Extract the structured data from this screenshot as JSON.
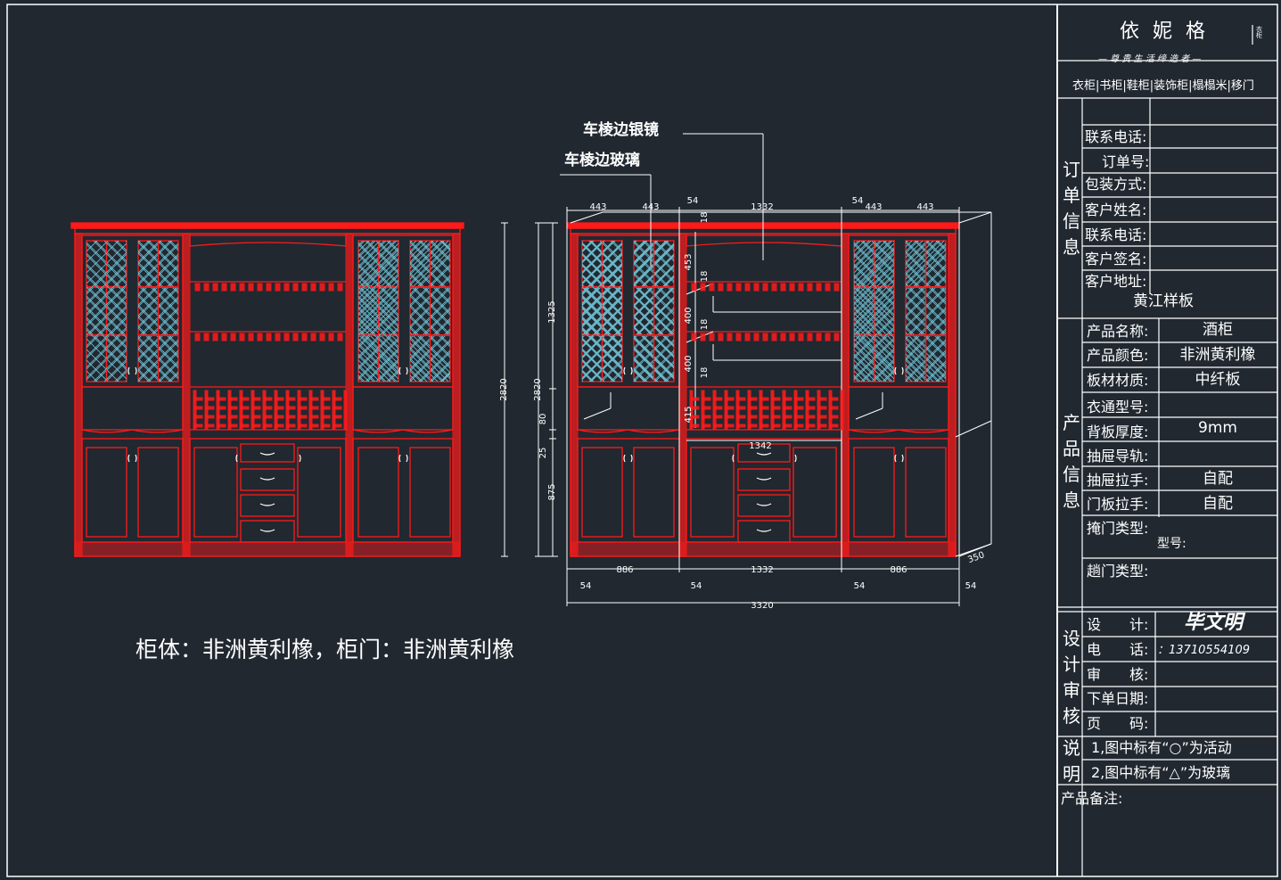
{
  "title_block": {
    "brand": "依 妮 格",
    "brand_side": "衣柜",
    "slogan": "— 尊 贵 生 活 缔 造 者 —",
    "products": "衣柜|书柜|鞋柜|装饰柜|榻榻米|移门",
    "order_section": "订单信息",
    "order_fields": [
      {
        "label": "联系电话:",
        "value": ""
      },
      {
        "label": "订单号:",
        "value": ""
      },
      {
        "label": "包装方式:",
        "value": ""
      },
      {
        "label": "客户姓名:",
        "value": ""
      },
      {
        "label": "联系电话:",
        "value": ""
      },
      {
        "label": "客户签名:",
        "value": ""
      },
      {
        "label": "客户地址:",
        "value": "黄江样板"
      }
    ],
    "product_section": "产品信息",
    "product_fields": [
      {
        "label": "产品名称:",
        "value": "酒柜"
      },
      {
        "label": "产品颜色:",
        "value": "非洲黄利橡"
      },
      {
        "label": "板材材质:",
        "value": "中纤板"
      },
      {
        "label": "衣通型号:",
        "value": ""
      },
      {
        "label": "背板厚度:",
        "value": "9mm"
      },
      {
        "label": "抽屉导轨:",
        "value": ""
      },
      {
        "label": "抽屉拉手:",
        "value": "自配"
      },
      {
        "label": "门板拉手:",
        "value": "自配"
      },
      {
        "label": "掩门类型:",
        "value": ""
      },
      {
        "label": "型号:",
        "value": ""
      },
      {
        "label": "趟门类型:",
        "value": ""
      }
    ],
    "design_section": "设计审核",
    "design_fields": [
      {
        "label": "设　　计:",
        "value": "毕文明"
      },
      {
        "label": "电　　话:",
        "value": "：13710554109"
      },
      {
        "label": "审　　核:",
        "value": ""
      },
      {
        "label": "下单日期:",
        "value": ""
      },
      {
        "label": "页　　码:",
        "value": ""
      }
    ],
    "notes_section": "说明",
    "notes": [
      "1,图中标有“○”为活动",
      "2,图中标有“△”为玻璃"
    ],
    "remarks_label": "产品备注:"
  },
  "drawing": {
    "caption": "柜体：非洲黄利橡，柜门：非洲黄利橡",
    "callout_mirror": "车棱边银镜",
    "callout_glass": "车棱边玻璃",
    "top_dims": [
      "443",
      "443",
      "54",
      "1332",
      "54",
      "443",
      "443"
    ],
    "bottom_dims": [
      "886",
      "1332",
      "886"
    ],
    "post_dims": [
      "54",
      "54",
      "54",
      "54"
    ],
    "total_width": "3320",
    "depth": "350",
    "height_left": "2820",
    "height_right": "2820",
    "left_vert_dims": [
      "1325",
      "80",
      "25",
      "875"
    ],
    "inner_vert_dims": [
      "18",
      "453",
      "18",
      "400",
      "18",
      "400",
      "18",
      "415"
    ],
    "inner_width": "1342"
  },
  "colors": {
    "background": "#212830",
    "cabinet": "#ff1a1a",
    "line": "#ffffff",
    "glass_grid": "#6cb8c9"
  }
}
